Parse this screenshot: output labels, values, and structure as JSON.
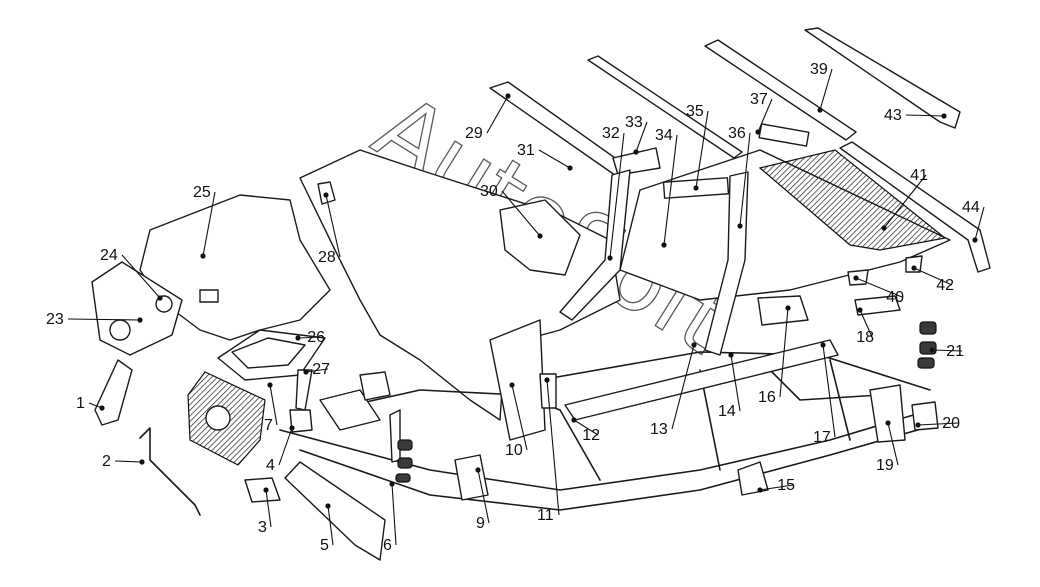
{
  "callouts": [
    {
      "n": "1"
    },
    {
      "n": "2"
    },
    {
      "n": "3"
    },
    {
      "n": "4"
    },
    {
      "n": "5"
    },
    {
      "n": "6"
    },
    {
      "n": "7"
    },
    {
      "n": "9"
    },
    {
      "n": "10"
    },
    {
      "n": "11"
    },
    {
      "n": "12"
    },
    {
      "n": "13"
    },
    {
      "n": "14"
    },
    {
      "n": "15"
    },
    {
      "n": "16"
    },
    {
      "n": "17"
    },
    {
      "n": "18"
    },
    {
      "n": "19"
    },
    {
      "n": "20"
    },
    {
      "n": "21"
    },
    {
      "n": "23"
    },
    {
      "n": "24"
    },
    {
      "n": "25"
    },
    {
      "n": "26"
    },
    {
      "n": "27"
    },
    {
      "n": "28"
    },
    {
      "n": "29"
    },
    {
      "n": "30"
    },
    {
      "n": "31"
    },
    {
      "n": "32"
    },
    {
      "n": "33"
    },
    {
      "n": "34"
    },
    {
      "n": "35"
    },
    {
      "n": "36"
    },
    {
      "n": "37"
    },
    {
      "n": "39"
    },
    {
      "n": "40"
    },
    {
      "n": "41"
    },
    {
      "n": "42"
    },
    {
      "n": "43"
    },
    {
      "n": "44"
    }
  ],
  "watermark": "AutoSoft"
}
